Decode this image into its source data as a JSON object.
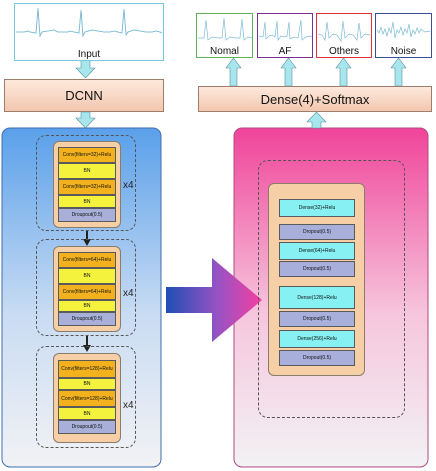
{
  "input": {
    "label": "Input"
  },
  "dcnn": {
    "title": "DCNN"
  },
  "dense_head": {
    "title": "Dense(4)+Softmax"
  },
  "outputs": [
    {
      "label": "Nomal",
      "color": "#5fb357"
    },
    {
      "label": "AF",
      "color": "#7a2f95"
    },
    {
      "label": "Others",
      "color": "#e0303a"
    },
    {
      "label": "Noise",
      "color": "#3a4f9a"
    }
  ],
  "cnn_blocks": [
    {
      "conv1": "Conv(filters=32)+Relu",
      "bn1": "BN",
      "conv2": "Conv(filters=32)+Relu",
      "bn2": "BN",
      "dropout": "Droupout(0.5)",
      "repeat": "x4"
    },
    {
      "conv1": "Conv(filters=64)+Relu",
      "bn1": "BN",
      "conv2": "Conv(filters=64)+Relu",
      "bn2": "BN",
      "dropout": "Droupout(0.5)",
      "repeat": "x4"
    },
    {
      "conv1": "Conv(filters=128)+Relu",
      "bn1": "BN",
      "conv2": "Conv(filters=128)+Relu",
      "bn2": "BN",
      "dropout": "Droupout(0.5)",
      "repeat": "x4"
    }
  ],
  "dense_layers": [
    {
      "dense": "Dense(32)+Relu",
      "dropout": "Dropout(0.5)"
    },
    {
      "dense": "Dense(64)+Relu",
      "dropout": "Dropout(0.5)"
    },
    {
      "dense": "Dense(128)+Relu",
      "dropout": "Dropout(0.5)"
    },
    {
      "dense": "Dense(256)+Relu",
      "dropout": "Dropout(0.5)"
    }
  ],
  "colors": {
    "cnn_panel_top": "#5aa0ea",
    "cnn_panel_bottom": "#f2f2f4",
    "dense_panel_top": "#f0449a",
    "dense_panel_bottom": "#f2f2f4",
    "arrow_blue": "#1f4fb4",
    "arrow_pink": "#f43fa0",
    "conv_layer": "#f3b21d",
    "bn_layer": "#f4f23d",
    "dropout_layer": "#a8afd8",
    "dense_layer": "#86f0f2",
    "small_arrow": "#a7e6ec",
    "input_border": "#74c9e0"
  }
}
